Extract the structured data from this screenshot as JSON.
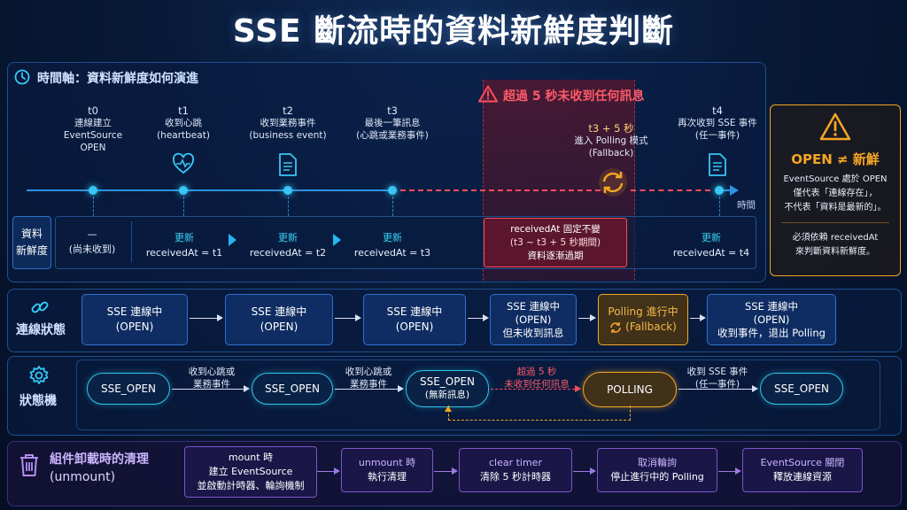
{
  "title": "SSE 斷流時的資料新鮮度判斷",
  "timeline": {
    "header": "時間軸：資料新鮮度如何演進",
    "axis_label": "時間",
    "warning": "超過 5 秒未收到任何訊息",
    "points": [
      {
        "id": "t0",
        "lines": [
          "連線建立",
          "EventSource",
          "OPEN"
        ]
      },
      {
        "id": "t1",
        "lines": [
          "收到心跳",
          "(heartbeat)"
        ]
      },
      {
        "id": "t2",
        "lines": [
          "收到業務事件",
          "(business event)"
        ]
      },
      {
        "id": "t3",
        "lines": [
          "最後一筆訊息",
          "(心跳或業務事件)"
        ]
      },
      {
        "id": "t3 + 5 秒",
        "lines": [
          "進入 Polling 模式",
          "(Fallback)"
        ]
      },
      {
        "id": "t4",
        "lines": [
          "再次收到 SSE 事件",
          "(任一事件)"
        ]
      }
    ],
    "freshness_label": [
      "資料",
      "新鮮度"
    ],
    "freshness": [
      {
        "top": "—",
        "bottom": "(尚未收到)"
      },
      {
        "top": "更新",
        "bottom": "receivedAt = t1"
      },
      {
        "top": "更新",
        "bottom": "receivedAt = t2"
      },
      {
        "top": "更新",
        "bottom": "receivedAt = t3"
      },
      {
        "top": "更新",
        "bottom": "receivedAt = t4"
      }
    ],
    "stale": [
      "receivedAt 固定不變",
      "(t3 ~ t3 + 5 秒期間)",
      "資料逐漸過期"
    ]
  },
  "callout": {
    "title": "OPEN ≠ 新鮮",
    "p1": [
      "EventSource 處於 OPEN",
      "僅代表「連線存在」，",
      "不代表「資料是最新的」。"
    ],
    "p2": [
      "必須依賴 receivedAt",
      "來判斷資料新鮮度。"
    ]
  },
  "connection": {
    "label": "連線狀態",
    "boxes": [
      [
        "SSE 連線中",
        "(OPEN)"
      ],
      [
        "SSE 連線中",
        "(OPEN)"
      ],
      [
        "SSE 連線中",
        "(OPEN)"
      ],
      [
        "SSE 連線中",
        "(OPEN)",
        "但未收到訊息"
      ],
      [
        "Polling 進行中",
        "(Fallback)"
      ],
      [
        "SSE 連線中",
        "(OPEN)",
        "收到事件，退出 Polling"
      ]
    ]
  },
  "state_machine": {
    "label": "狀態機",
    "states": [
      {
        "name": "SSE_OPEN",
        "sub": ""
      },
      {
        "name": "SSE_OPEN",
        "sub": ""
      },
      {
        "name": "SSE_OPEN",
        "sub": "(無新訊息)"
      },
      {
        "name": "POLLING",
        "sub": ""
      },
      {
        "name": "SSE_OPEN",
        "sub": ""
      }
    ],
    "transitions": [
      [
        "收到心跳或",
        "業務事件"
      ],
      [
        "收到心跳或",
        "業務事件"
      ],
      [
        "超過 5 秒",
        "未收到任何訊息"
      ],
      [
        "收到 SSE 事件",
        "(任一事件)"
      ]
    ]
  },
  "cleanup": {
    "label": [
      "組件卸載時的清理",
      "(unmount)"
    ],
    "steps": [
      {
        "title": "mount 時",
        "lines": [
          "建立 EventSource",
          "並啟動計時器、輪詢機制"
        ]
      },
      {
        "title": "unmount 時",
        "lines": [
          "執行清理"
        ]
      },
      {
        "title": "clear timer",
        "lines": [
          "清除 5 秒計時器"
        ]
      },
      {
        "title": "取消輪詢",
        "lines": [
          "停止進行中的 Polling"
        ]
      },
      {
        "title": "EventSource 關閉",
        "lines": [
          "釋放連線資源"
        ]
      }
    ]
  },
  "colors": {
    "accent": "#38c6f4",
    "warning": "#ff4d5e",
    "fallback": "#f5a623",
    "cleanup": "#9d7ae0"
  }
}
